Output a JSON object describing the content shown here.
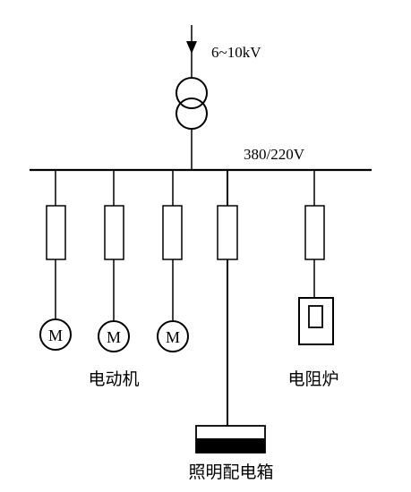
{
  "labels": {
    "input_voltage": "6~10kV",
    "bus_voltage": "380/220V",
    "motors_caption": "电动机",
    "furnace_caption": "电阻炉",
    "lighting_caption": "照明配电箱"
  },
  "motors": [
    {
      "symbol": "M"
    },
    {
      "symbol": "M"
    },
    {
      "symbol": "M"
    }
  ]
}
